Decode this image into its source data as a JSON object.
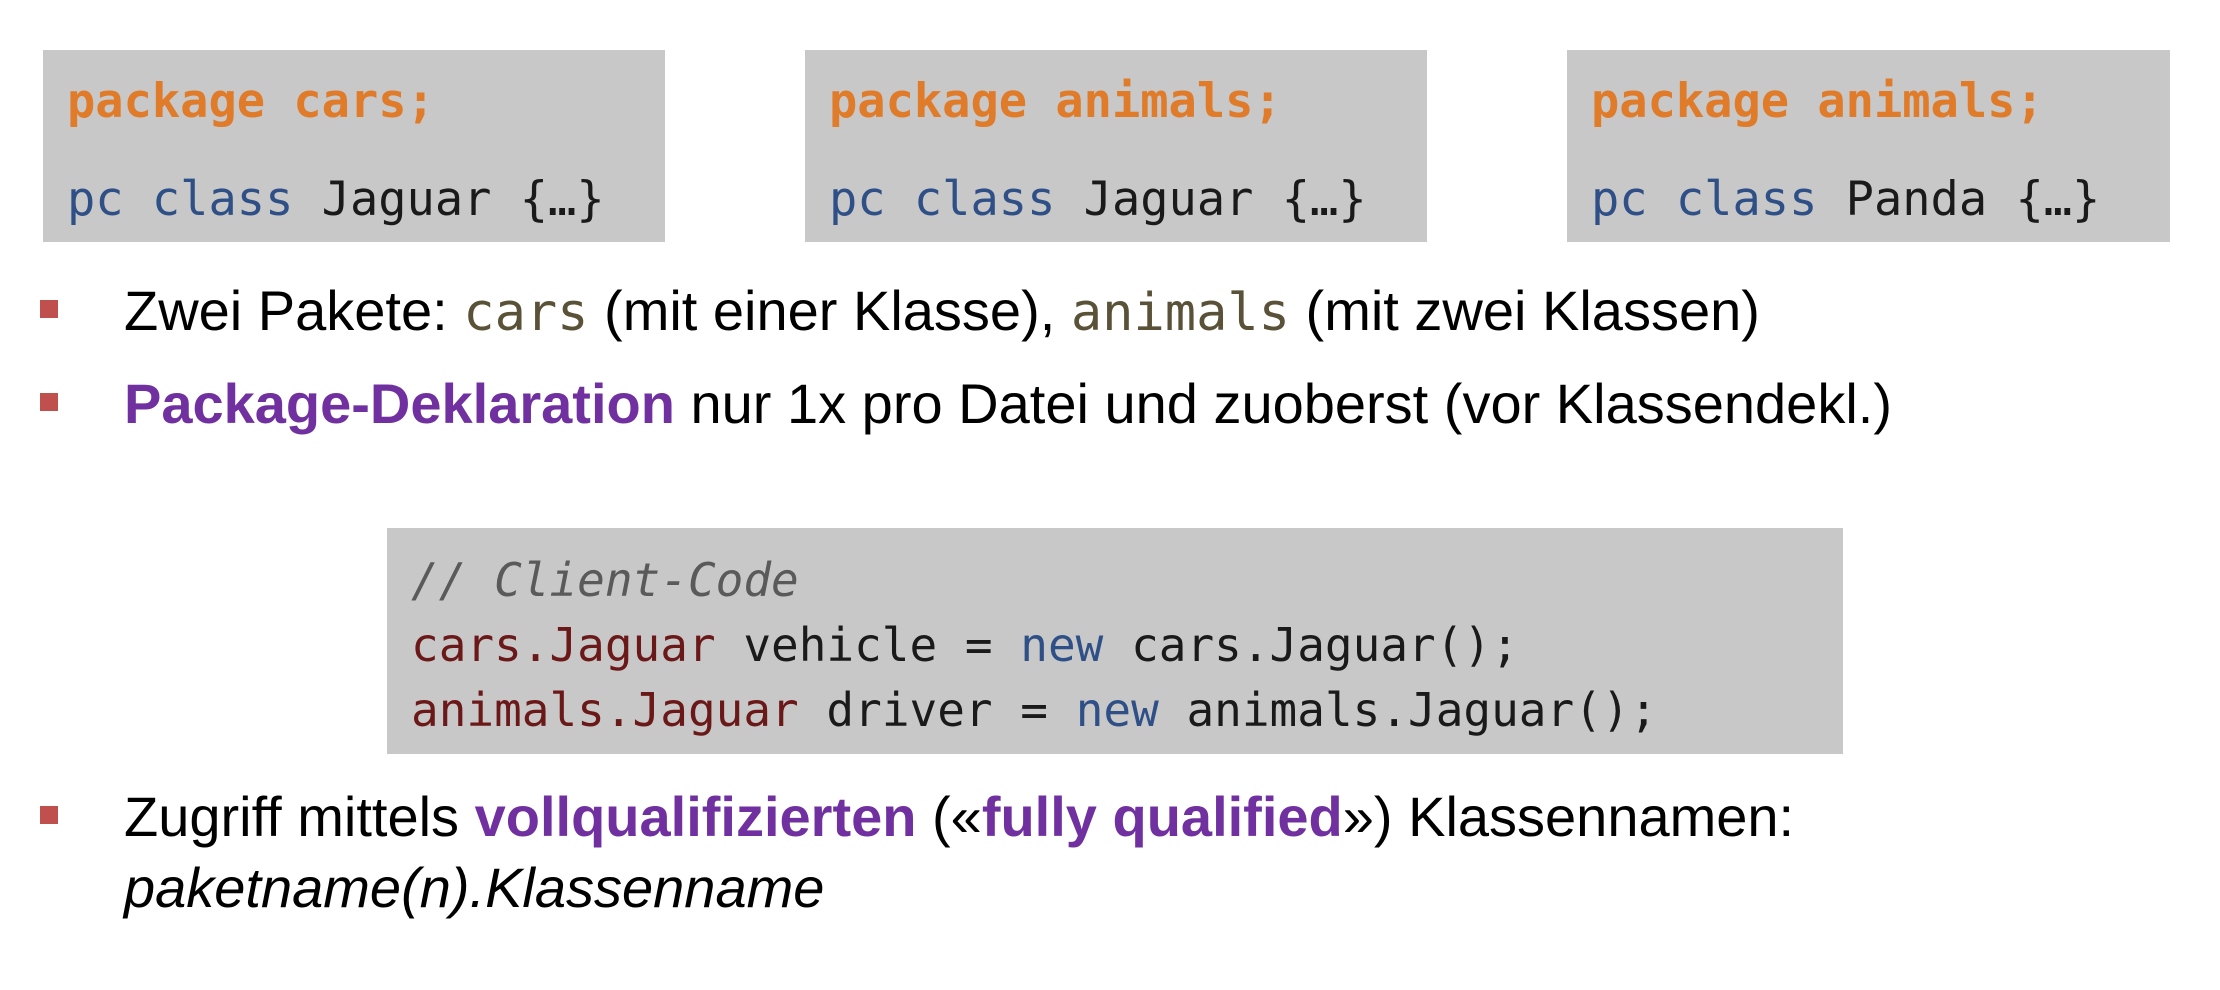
{
  "code_boxes": [
    {
      "package_line": "package cars;",
      "modifier": "pc",
      "class_kw": "class",
      "class_name": "Jaguar",
      "body": "{…}"
    },
    {
      "package_line": "package animals;",
      "modifier": "pc",
      "class_kw": "class",
      "class_name": "Jaguar",
      "body": "{…}"
    },
    {
      "package_line": "package animals;",
      "modifier": "pc",
      "class_kw": "class",
      "class_name": "Panda",
      "body": "{…}"
    }
  ],
  "bullets": {
    "b1": {
      "prefix": "Zwei Pakete: ",
      "code1": "cars",
      "mid": " (mit einer Klasse), ",
      "code2": "animals",
      "suffix": " (mit zwei Klassen)"
    },
    "b2": {
      "highlight": "Package-Deklaration",
      "rest": " nur 1x pro Datei und zuoberst (vor Klassendekl.)"
    },
    "b3": {
      "prefix": "Zugriff mittels ",
      "highlight1": "vollqualifizierten",
      "open": " («",
      "highlight2": "fully qualified",
      "close": "») Klassennamen:",
      "line2": "paketname(n).Klassenname"
    }
  },
  "client_code": {
    "comment": "// Client-Code",
    "line1": {
      "type": "cars.Jaguar",
      "mid": " vehicle = ",
      "new_kw": "new",
      "rest": " cars.Jaguar();"
    },
    "line2": {
      "type": "animals.Jaguar",
      "mid": " driver = ",
      "new_kw": "new",
      "rest": " animals.Jaguar();"
    }
  },
  "colors": {
    "box_bg": "#c8c8c8",
    "package_orange": "#e07b2a",
    "keyword_blue": "#2f4f87",
    "bullet_red": "#c0504d",
    "highlight_purple": "#7030a0",
    "type_dark_red": "#6b1818",
    "inline_code_olive": "#5a5238"
  }
}
